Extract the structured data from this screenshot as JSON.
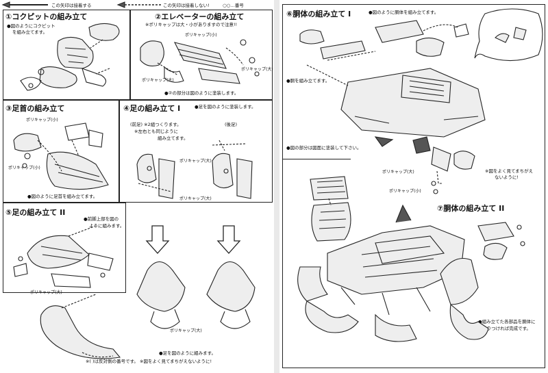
{
  "legend": {
    "paste": "この矢印は接着する",
    "no_paste": "この矢印は接着しない!",
    "part_no": "○○…番号"
  },
  "left": {
    "s1": {
      "title": "①コクピットの組み立て",
      "note1": "●図のようにコクピット",
      "note2": "を組み立てます。"
    },
    "s2": {
      "title": "②エレベーターの組み立て",
      "note": "※ポリキャップは大・小がありますので注意!!",
      "poly_small": "ポリキャップ(小)",
      "poly_large1": "ポリキャップ(大)",
      "poly_large2": "ポリキャップ(大)",
      "paint": "●②の部分は図のように塗装します。"
    },
    "s3": {
      "title": "③足首の組み立て",
      "poly_small": "ポリキャップ(小)",
      "poly_small2": "ポリキャップ(小)",
      "note": "●図のように足首を組み立てます。"
    },
    "s4": {
      "title": "④足の組み立て I",
      "note_paint": "●足を図のように塗装します。",
      "front": "(前足) ※2組つくります。",
      "front2": "※左右とも同じように",
      "front3": "組み立てます。",
      "rear": "(後足)",
      "poly_large": "ポリキャップ(大)",
      "poly_large2": "ポリキャップ(大)"
    },
    "s5": {
      "title": "⑤足の組み立て II",
      "note1": "●前脚上部を図の",
      "note2": "ように組みます。",
      "poly_large": "ポリキャップ(大)"
    },
    "bottom": {
      "poly_large": "ポリキャップ(大)",
      "paint": "●足を図のように組みます。",
      "footnote": "※(   )は反対側の番号です。 ※図をよく見てまちがえないように!"
    }
  },
  "right": {
    "s6": {
      "title": "⑥胴体の組み立て I",
      "note": "●図のように胴体を組み立てます。",
      "note2": "●胴を組み立てます。",
      "note3": "●図の部分は図面に塗装して下さい。",
      "poly_large": "ポリキャップ(大)",
      "poly_small": "ポリキャップ(小)",
      "warn1": "※図をよく見てまちがえ",
      "warn2": "ないように!"
    },
    "s7": {
      "title": "⑦胴体の組み立て II",
      "note1": "●組み立てた各部品を胴体に",
      "note2": "とりつければ完成です。"
    }
  }
}
